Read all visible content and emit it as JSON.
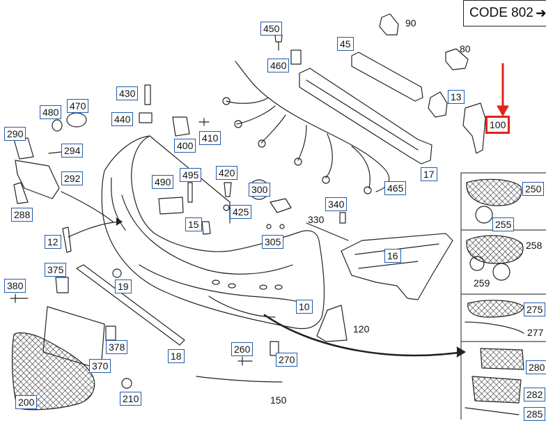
{
  "header": {
    "code_label": "CODE 802"
  },
  "arrow_color": "#e2231a",
  "box_color": "#1f5aa8",
  "callouts": [
    {
      "id": "c450",
      "text": "450"
    },
    {
      "id": "c90",
      "text": "90"
    },
    {
      "id": "c45",
      "text": "45"
    },
    {
      "id": "c460",
      "text": "460"
    },
    {
      "id": "c80",
      "text": "80"
    },
    {
      "id": "c430",
      "text": "430"
    },
    {
      "id": "c470",
      "text": "470"
    },
    {
      "id": "c480",
      "text": "480"
    },
    {
      "id": "c440",
      "text": "440"
    },
    {
      "id": "c13",
      "text": "13"
    },
    {
      "id": "c100",
      "text": "100"
    },
    {
      "id": "c290",
      "text": "290"
    },
    {
      "id": "c410",
      "text": "410"
    },
    {
      "id": "c400",
      "text": "400"
    },
    {
      "id": "c294",
      "text": "294"
    },
    {
      "id": "c17",
      "text": "17"
    },
    {
      "id": "c292",
      "text": "292"
    },
    {
      "id": "c490",
      "text": "490"
    },
    {
      "id": "c495",
      "text": "495"
    },
    {
      "id": "c420",
      "text": "420"
    },
    {
      "id": "c300",
      "text": "300"
    },
    {
      "id": "c465",
      "text": "465"
    },
    {
      "id": "c250",
      "text": "250"
    },
    {
      "id": "c288",
      "text": "288"
    },
    {
      "id": "c425",
      "text": "425"
    },
    {
      "id": "c340",
      "text": "340"
    },
    {
      "id": "c255",
      "text": "255"
    },
    {
      "id": "c330",
      "text": "330"
    },
    {
      "id": "c15",
      "text": "15"
    },
    {
      "id": "c12",
      "text": "12"
    },
    {
      "id": "c305",
      "text": "305"
    },
    {
      "id": "c258",
      "text": "258"
    },
    {
      "id": "c16",
      "text": "16"
    },
    {
      "id": "c375",
      "text": "375"
    },
    {
      "id": "c259",
      "text": "259"
    },
    {
      "id": "c380",
      "text": "380"
    },
    {
      "id": "c19",
      "text": "19"
    },
    {
      "id": "c10",
      "text": "10"
    },
    {
      "id": "c275",
      "text": "275"
    },
    {
      "id": "c277",
      "text": "277"
    },
    {
      "id": "c120",
      "text": "120"
    },
    {
      "id": "c378",
      "text": "378"
    },
    {
      "id": "c260",
      "text": "260"
    },
    {
      "id": "c370",
      "text": "370"
    },
    {
      "id": "c18",
      "text": "18"
    },
    {
      "id": "c270",
      "text": "270"
    },
    {
      "id": "c280",
      "text": "280"
    },
    {
      "id": "c200",
      "text": "200"
    },
    {
      "id": "c210",
      "text": "210"
    },
    {
      "id": "c150",
      "text": "150"
    },
    {
      "id": "c282",
      "text": "282"
    },
    {
      "id": "c285",
      "text": "285"
    }
  ]
}
